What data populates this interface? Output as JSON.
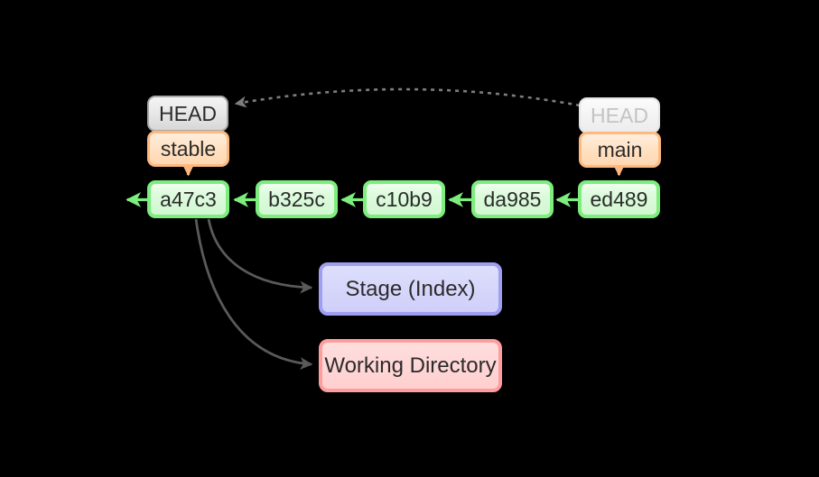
{
  "nodes": {
    "head_active": "HEAD",
    "branch_stable": "stable",
    "head_faded": "HEAD",
    "branch_main": "main",
    "stage": "Stage (Index)",
    "working_directory": "Working Directory"
  },
  "commits": [
    "a47c3",
    "b325c",
    "c10b9",
    "da985",
    "ed489"
  ],
  "colors": {
    "background": "#000000",
    "commit_border": "#7dee7d",
    "commit_fill": "#ddfbdd",
    "branch_border": "#ffb97e",
    "branch_fill": "#ffe0c0",
    "head_border": "#a9a9a9",
    "head_fill": "#e6e6e6",
    "head_faded_border": "#e3e3e3",
    "head_faded_text": "#c3c3c3",
    "stage_border": "#9f9ff2",
    "stage_fill": "#cfcffa",
    "working_directory_border": "#ff9d9d",
    "working_directory_fill": "#ffcfcf",
    "arrow_green": "#7dee7d",
    "arrow_orange": "#ffb580",
    "arrow_dark": "#5a5a5a",
    "arrow_dotted_gray": "#7d7d7d",
    "text": "#2b2b2b"
  }
}
